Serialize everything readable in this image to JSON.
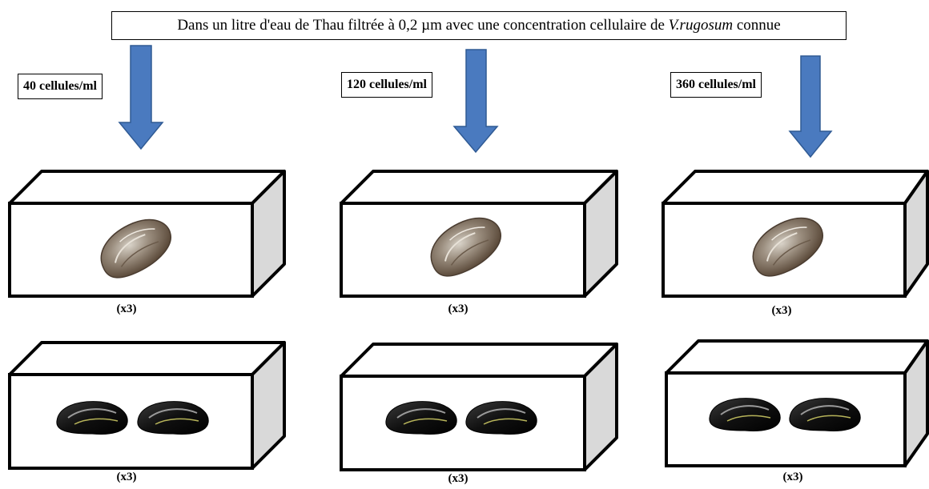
{
  "title": {
    "prefix": "Dans un litre d'eau de Thau filtrée à 0,2 µm avec une concentration cellulaire de ",
    "species": "V.rugosum",
    "suffix": " connue"
  },
  "columns": [
    {
      "concentration": "40 cellules/ml",
      "oyster_count": "(x3)",
      "mussel_count": "(x3)"
    },
    {
      "concentration": "120 cellules/ml",
      "oyster_count": "(x3)",
      "mussel_count": "(x3)"
    },
    {
      "concentration": "360 cellules/ml",
      "oyster_count": "(x3)",
      "mussel_count": "(x3)"
    }
  ],
  "colors": {
    "arrow": "#4a7abf",
    "arrow_outline": "#2f5a94",
    "box_side": "#d9d9d9",
    "oyster": "#8a7a68",
    "mussel": "#1a1a1a"
  },
  "icons": [
    "down-arrow-icon",
    "oyster-icon",
    "mussel-icon"
  ]
}
